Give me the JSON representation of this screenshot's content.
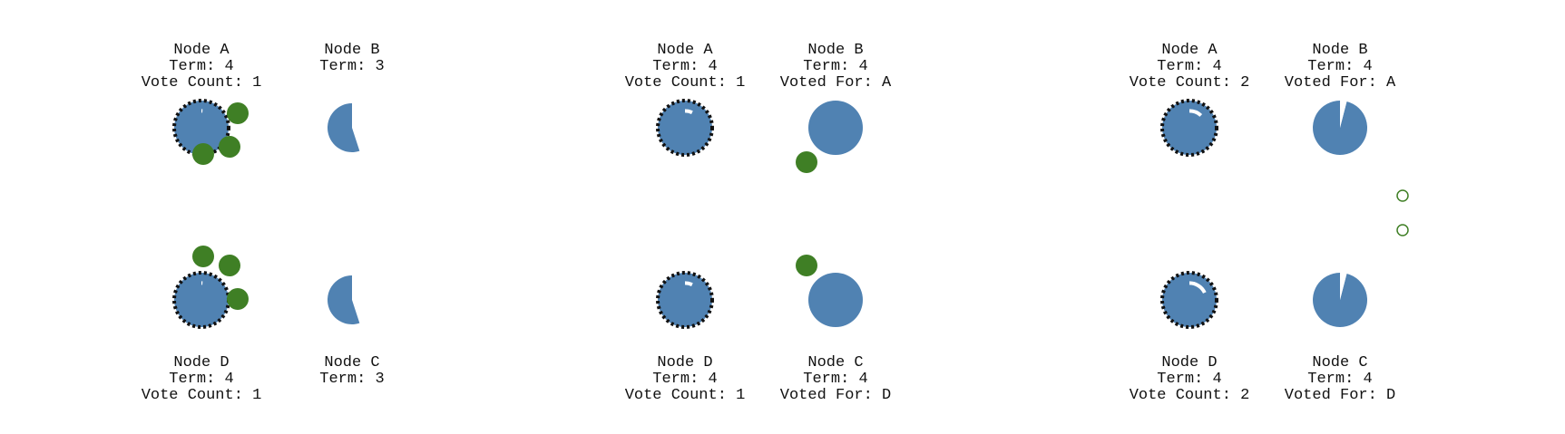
{
  "colors": {
    "node_fill": "#5082b2",
    "vote_message": "#3f7f25",
    "candidate_border": "#111111",
    "timer_gap": "#ffffff",
    "text": "#111111"
  },
  "panels": [
    {
      "nodes": [
        {
          "id": "A",
          "label": "Node A",
          "lines": [
            "Term: 4",
            "Vote Count: 1"
          ],
          "role": "candidate",
          "timer_remaining": 0.99
        },
        {
          "id": "B",
          "label": "Node B",
          "lines": [
            "Term: 3"
          ],
          "role": "follower",
          "timer_remaining": 0.55
        },
        {
          "id": "C",
          "label": "Node C",
          "lines": [
            "Term: 3"
          ],
          "role": "follower",
          "timer_remaining": 0.55
        },
        {
          "id": "D",
          "label": "Node D",
          "lines": [
            "Term: 4",
            "Vote Count: 1"
          ],
          "role": "candidate",
          "timer_remaining": 0.99
        }
      ],
      "messages": [
        {
          "type": "request",
          "from": "A",
          "to": "B"
        },
        {
          "type": "request",
          "from": "A",
          "to": "C"
        },
        {
          "type": "request",
          "from": "A",
          "to": "D"
        },
        {
          "type": "request",
          "from": "D",
          "to": "A"
        },
        {
          "type": "request",
          "from": "D",
          "to": "B"
        },
        {
          "type": "request",
          "from": "D",
          "to": "C"
        }
      ]
    },
    {
      "nodes": [
        {
          "id": "A",
          "label": "Node A",
          "lines": [
            "Term: 4",
            "Vote Count: 1"
          ],
          "role": "candidate",
          "timer_remaining": 0.93
        },
        {
          "id": "B",
          "label": "Node B",
          "lines": [
            "Term: 4",
            "Voted For: A"
          ],
          "role": "follower",
          "timer_remaining": 1.0
        },
        {
          "id": "C",
          "label": "Node C",
          "lines": [
            "Term: 4",
            "Voted For: D"
          ],
          "role": "follower",
          "timer_remaining": 1.0
        },
        {
          "id": "D",
          "label": "Node D",
          "lines": [
            "Term: 4",
            "Vote Count: 1"
          ],
          "role": "candidate",
          "timer_remaining": 0.93
        }
      ],
      "messages": [
        {
          "type": "request",
          "from": "A",
          "to": "C"
        },
        {
          "type": "request",
          "from": "D",
          "to": "B"
        }
      ]
    },
    {
      "nodes": [
        {
          "id": "A",
          "label": "Node A",
          "lines": [
            "Term: 4",
            "Vote Count: 2"
          ],
          "role": "candidate",
          "timer_remaining": 0.88
        },
        {
          "id": "B",
          "label": "Node B",
          "lines": [
            "Term: 4",
            "Voted For: A"
          ],
          "role": "follower",
          "timer_remaining": 0.96
        },
        {
          "id": "C",
          "label": "Node C",
          "lines": [
            "Term: 4",
            "Voted For: D"
          ],
          "role": "follower",
          "timer_remaining": 0.96
        },
        {
          "id": "D",
          "label": "Node D",
          "lines": [
            "Term: 4",
            "Vote Count: 2"
          ],
          "role": "candidate",
          "timer_remaining": 0.82
        }
      ],
      "messages": [
        {
          "type": "response",
          "from": "A",
          "to": "C"
        },
        {
          "type": "response",
          "from": "D",
          "to": "B"
        }
      ]
    }
  ]
}
